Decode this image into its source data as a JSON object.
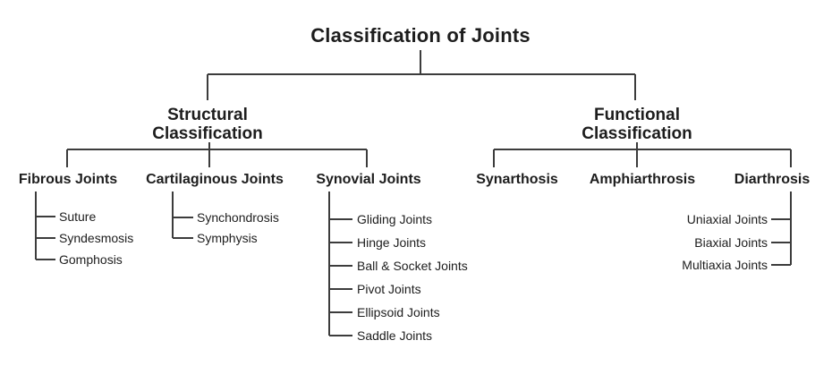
{
  "title": "Classification of Joints",
  "colors": {
    "line": "#3c3c3c",
    "text": "#1d1d1d",
    "background": "#ffffff"
  },
  "branches": {
    "structural": {
      "line1": "Structural",
      "line2": "Classification",
      "categories": [
        {
          "label": "Fibrous Joints",
          "leaves": [
            "Suture",
            "Syndesmosis",
            "Gomphosis"
          ]
        },
        {
          "label": "Cartilaginous Joints",
          "leaves": [
            "Synchondrosis",
            "Symphysis"
          ]
        },
        {
          "label": "Synovial Joints",
          "leaves": [
            "Gliding Joints",
            "Hinge Joints",
            "Ball & Socket Joints",
            "Pivot Joints",
            "Ellipsoid Joints",
            "Saddle Joints"
          ]
        }
      ]
    },
    "functional": {
      "line1": "Functional",
      "line2": "Classification",
      "categories": [
        {
          "label": "Synarthosis",
          "leaves": []
        },
        {
          "label": "Amphiarthrosis",
          "leaves": []
        },
        {
          "label": "Diarthrosis",
          "leaves": [
            "Uniaxial Joints",
            "Biaxial Joints",
            "Multiaxia Joints"
          ]
        }
      ]
    }
  }
}
